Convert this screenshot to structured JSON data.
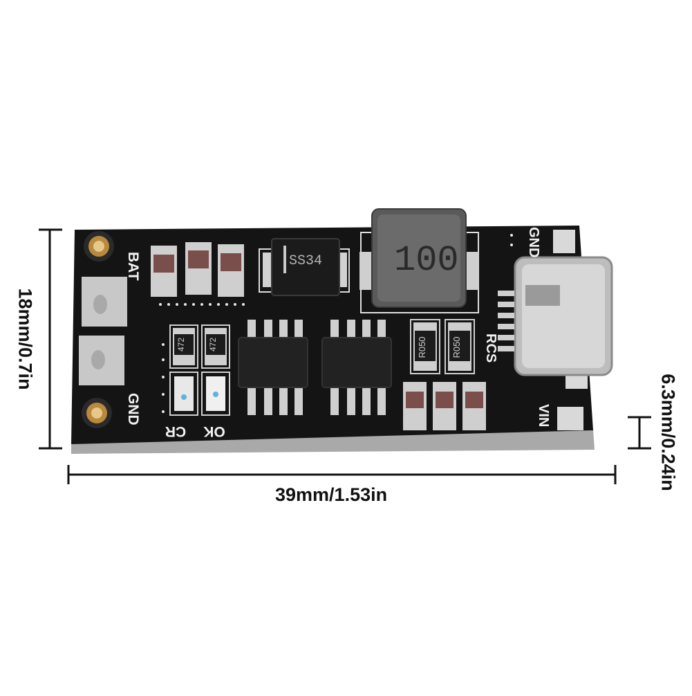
{
  "image": {
    "subject": "USB-C battery charger module PCB",
    "background_color": "#ffffff"
  },
  "pcb": {
    "labels": {
      "bat": "BAT",
      "gnd_left": "GND",
      "cr": "CR",
      "ok": "OK",
      "rcs": "RCS",
      "gnd_right": "GND",
      "vin": "VIN"
    },
    "component_marks": {
      "diode": "SS34",
      "inductor": "100",
      "resistor_1": "472",
      "resistor_2": "472",
      "sense_resistor_1": "R050",
      "sense_resistor_2": "R050"
    },
    "colors": {
      "board": "#141414",
      "pad": "#c9c9c9",
      "mounting_hole": "#b98a3c",
      "label_text": "#f2f2f2"
    }
  },
  "dimensions": {
    "width": "39mm/1.53in",
    "height": "18mm/0.7in",
    "thickness": "6.3mm/0.24in"
  }
}
